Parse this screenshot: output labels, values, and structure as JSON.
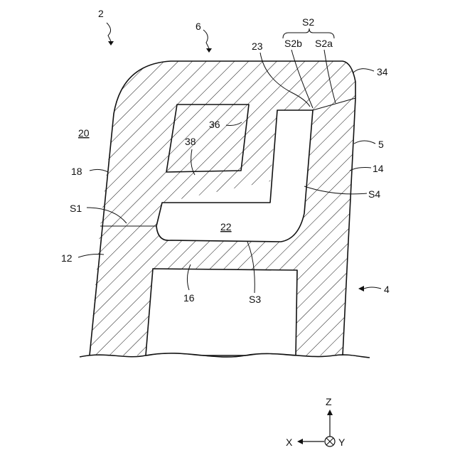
{
  "figure": {
    "labels": {
      "l2": "2",
      "l6": "6",
      "S2": "S2",
      "S2b": "S2b",
      "S2a": "S2a",
      "l23": "23",
      "l34": "34",
      "l36": "36",
      "l38": "38",
      "l20": "20",
      "l18": "18",
      "l5": "5",
      "l14": "14",
      "S4": "S4",
      "S1": "S1",
      "l22": "22",
      "l12": "12",
      "l16": "16",
      "S3": "S3",
      "l4": "4"
    },
    "axes": {
      "z": "Z",
      "x": "X",
      "y": "Y"
    }
  }
}
